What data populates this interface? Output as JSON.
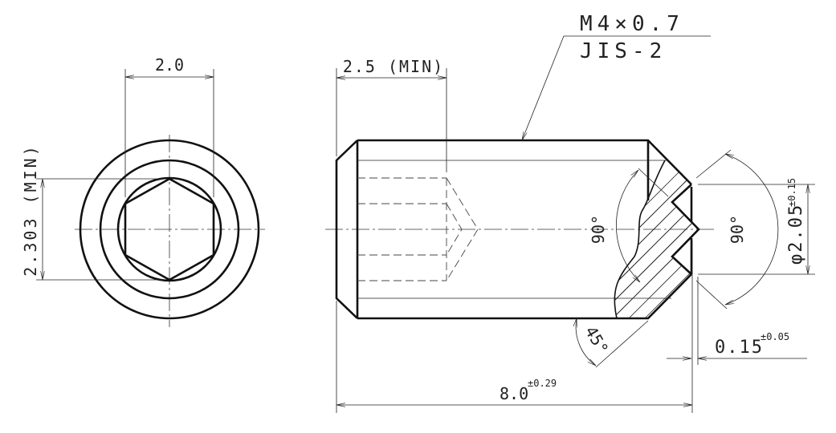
{
  "drawing": {
    "end_view": {
      "hex_width_label": "2.0",
      "hex_corner_label": "2.303 (MIN)"
    },
    "side_view": {
      "socket_depth_label": "2.5 (MIN)",
      "thread_label": "M4×0.7",
      "thread_class_label": "JIS-2",
      "length_label": "8.0",
      "length_tolerance": "±0.29",
      "cone_angle_inner_label": "90°",
      "cone_angle_outer_label": "90°",
      "chamfer_angle_label": "45°",
      "tip_diameter_label": "φ2.05",
      "tip_diameter_tolerance": "±0.15",
      "tip_offset_label": "0.15",
      "tip_offset_tolerance": "±0.05"
    }
  }
}
